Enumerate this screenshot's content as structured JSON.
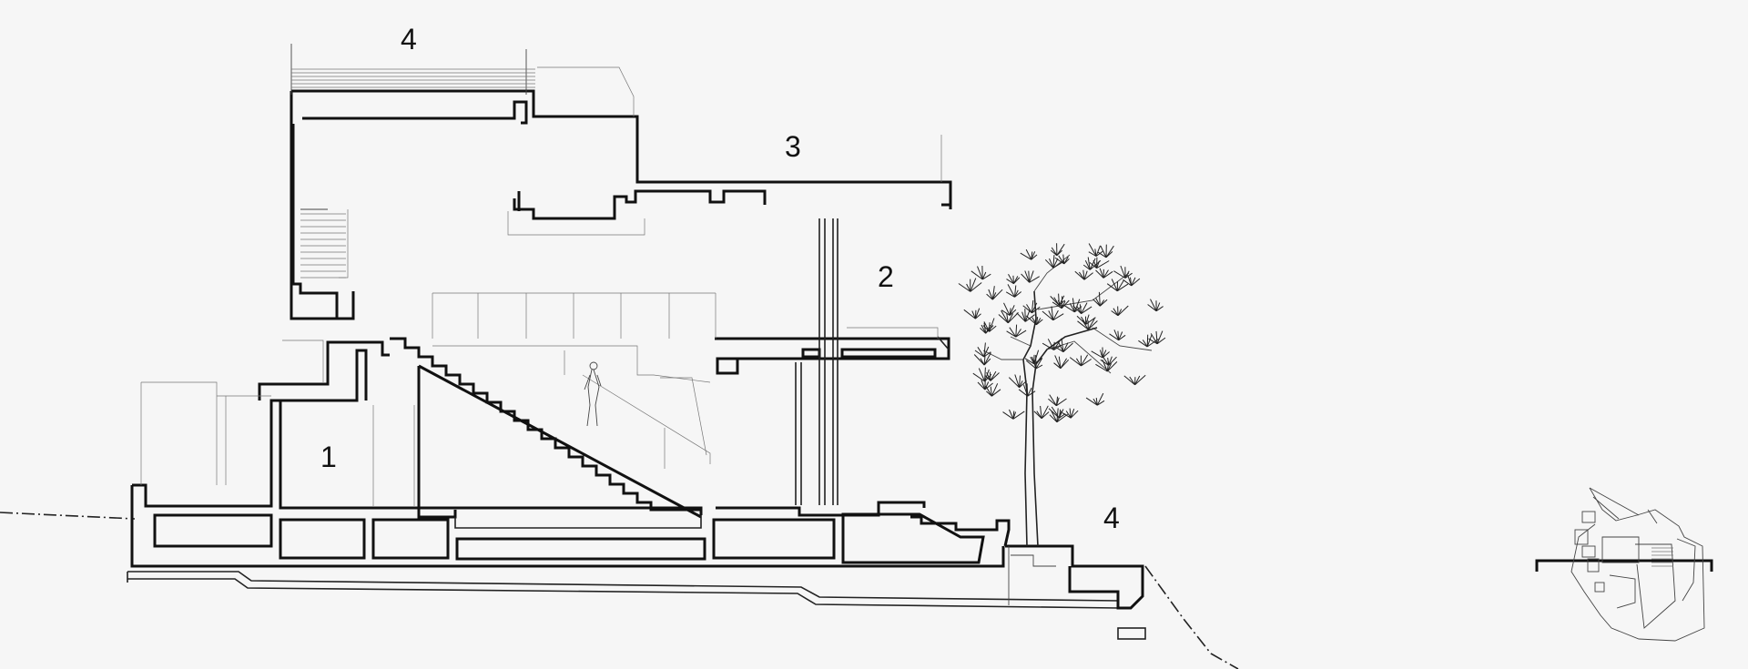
{
  "labels": {
    "roof_terrace_top": "4",
    "upper_level": "3",
    "mid_level": "2",
    "lower_level": "1",
    "garden_terrace": "4"
  },
  "colors": {
    "background": "#f6f6f6",
    "line": "#111111"
  }
}
